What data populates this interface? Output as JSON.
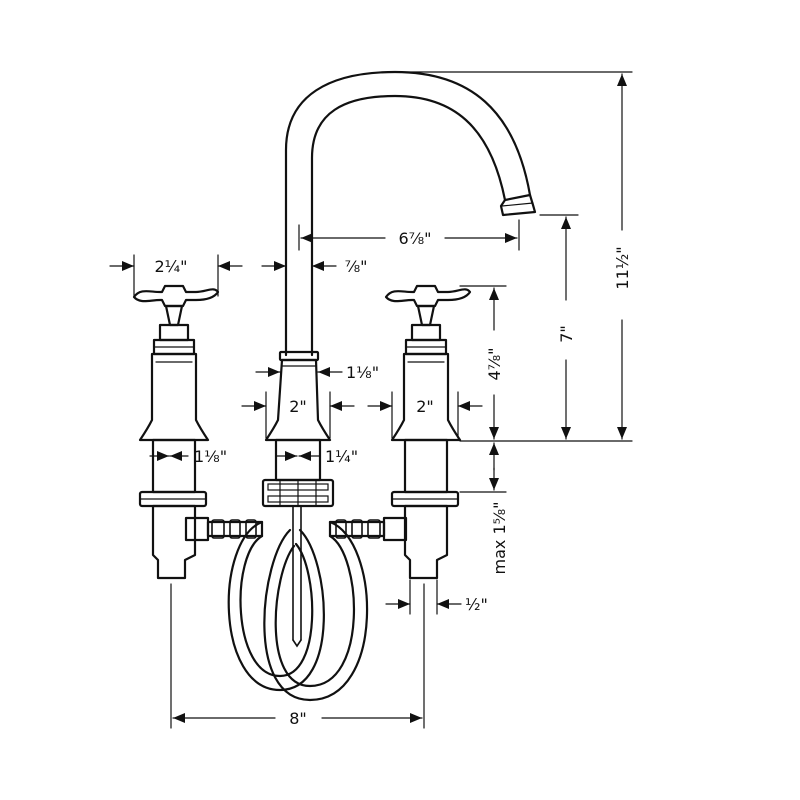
{
  "dimensions": {
    "handle_width": "2¼\"",
    "spout_diameter": "⅞\"",
    "spout_reach": "6⅞\"",
    "overall_height": "11½\"",
    "spout_height": "7\"",
    "handle_height": "4⅞\"",
    "spout_base_neck": "1⅛\"",
    "valve_shank": "1⅛\"",
    "spout_shank": "1¼\"",
    "spout_base_width": "2\"",
    "valve_base_width": "2\"",
    "max_deck_thickness": "max 1⅝\"",
    "connection_size": "½\"",
    "center_spacing": "8\""
  }
}
